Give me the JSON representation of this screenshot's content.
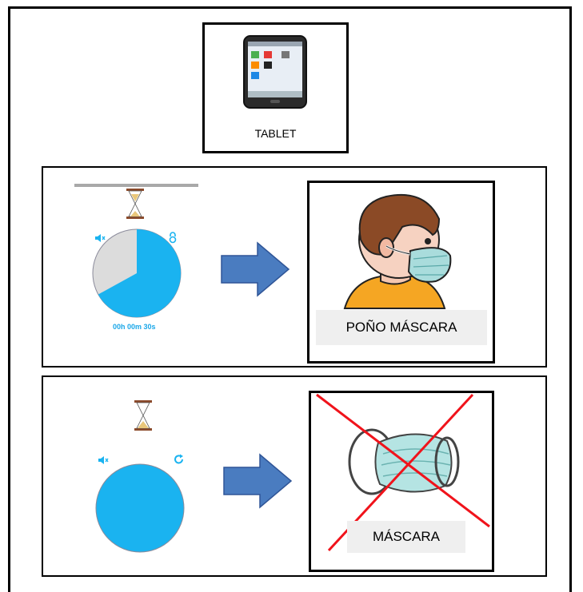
{
  "tablet": {
    "caption": "TABLET",
    "icon": "tablet-icon"
  },
  "step1": {
    "timer": {
      "remaining_text": "00h 00m 30s",
      "elapsed_fraction": 0.33,
      "color": "#1ab3f0",
      "elapsed_color": "#dcdcdc",
      "state": "running"
    },
    "card": {
      "label": "POÑO MÁSCARA",
      "image": "child-wearing-mask"
    }
  },
  "step2": {
    "timer": {
      "state": "finished",
      "color": "#1ab3f0"
    },
    "card": {
      "label": "MÁSCARA",
      "image": "crossed-out-mask",
      "cross_color": "#f0131b"
    }
  },
  "colors": {
    "arrow": "#4a7cc0",
    "arrow_border": "#2f5597",
    "timer_blue": "#1ab3f0",
    "hourglass_frame": "#8b4a2b",
    "sand": "#e9c77b"
  }
}
